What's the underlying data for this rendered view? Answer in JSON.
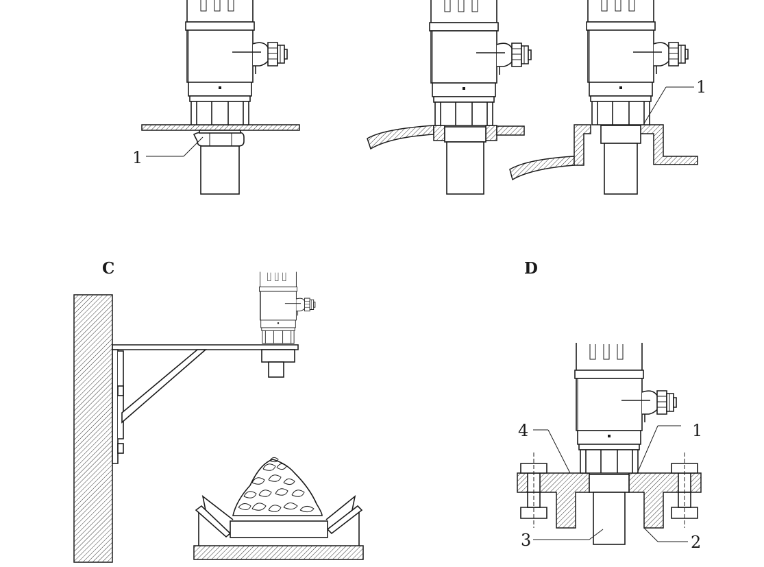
{
  "sections": {
    "c": "C",
    "d": "D"
  },
  "callouts": {
    "a_1": "1",
    "b_1": "1",
    "d_1": "1",
    "d_2": "2",
    "d_3": "3",
    "d_4": "4"
  },
  "colors": {
    "line": "#1a1a1a",
    "background": "#ffffff"
  }
}
